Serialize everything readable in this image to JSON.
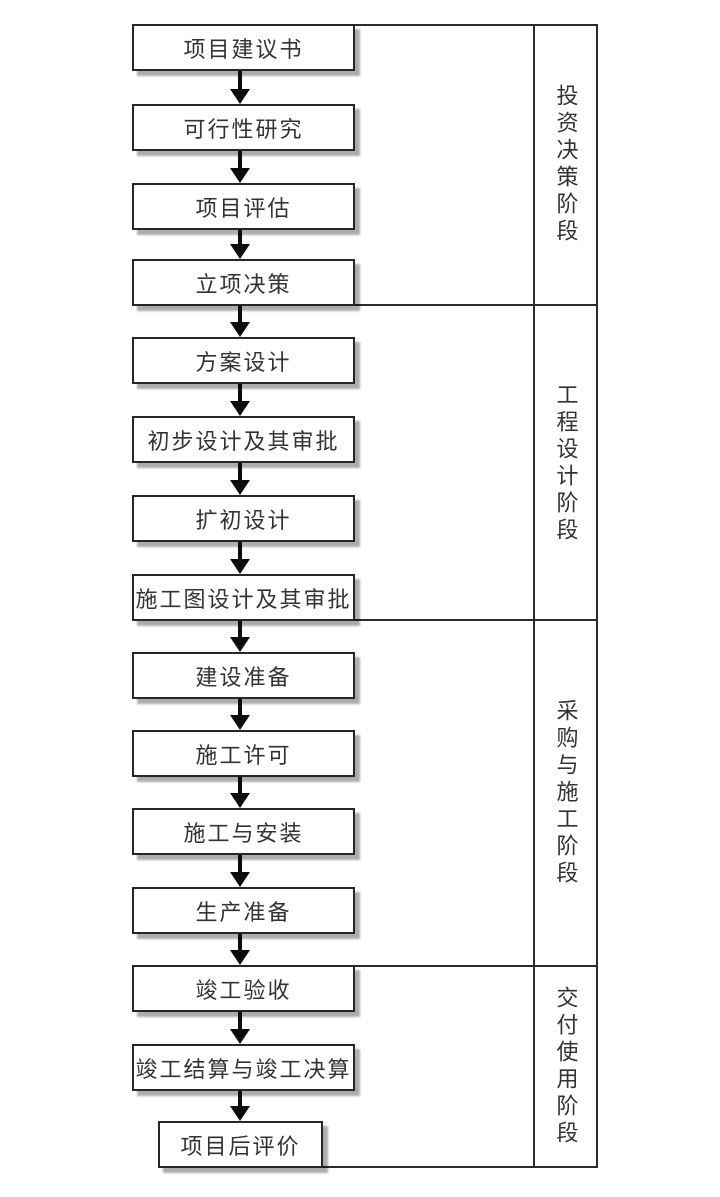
{
  "diagram": {
    "steps": [
      "项目建议书",
      "可行性研究",
      "项目评估",
      "立项决策",
      "方案设计",
      "初步设计及其审批",
      "扩初设计",
      "施工图设计及其审批",
      "建设准备",
      "施工许可",
      "施工与安装",
      "生产准备",
      "竣工验收",
      "竣工结算与竣工决算",
      "项目后评价"
    ],
    "phases": [
      {
        "label": "投资决策阶段",
        "first_step": "项目建议书",
        "last_step": "立项决策"
      },
      {
        "label": "工程设计阶段",
        "first_step": "方案设计",
        "last_step": "施工图设计及其审批"
      },
      {
        "label": "采购与施工阶段",
        "first_step": "建设准备",
        "last_step": "生产准备"
      },
      {
        "label": "交付使用阶段",
        "first_step": "竣工验收",
        "last_step": "项目后评价"
      }
    ],
    "colors": {
      "line": "#2b2b2b",
      "arrow": "#0d0d0d",
      "box_border": "#262626",
      "box_fill": "#ffffff",
      "text": "#333333",
      "background": "#ffffff"
    }
  }
}
